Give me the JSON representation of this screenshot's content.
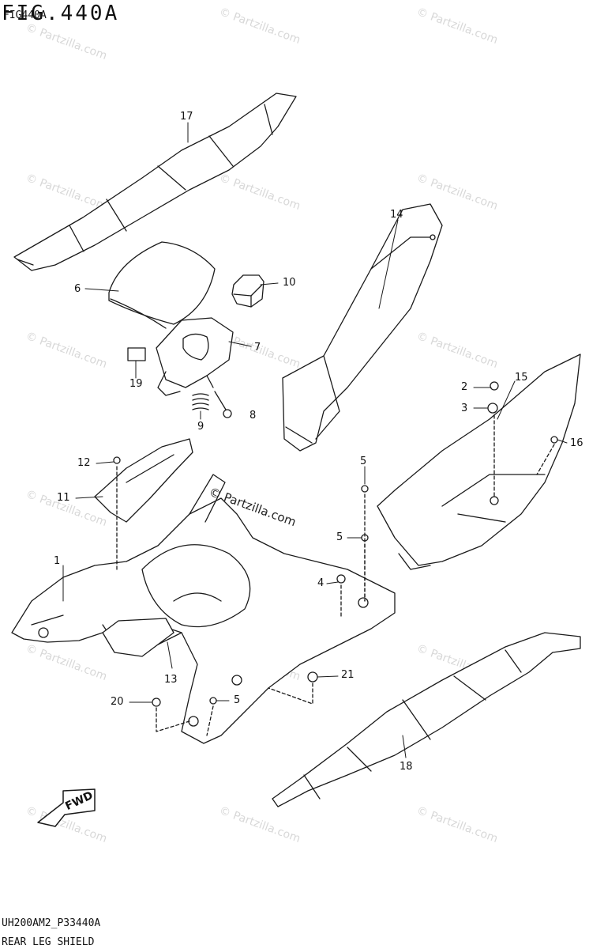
{
  "figure": {
    "title": "FIG.440A",
    "subtitle": "FIG440A",
    "code": "UH200AM2_P33440A",
    "name": "REAR LEG SHIELD"
  },
  "watermark": {
    "text": "© Partzilla.com",
    "main_text": "© Partzilla.com"
  },
  "fwd_label": "FWD",
  "callouts": [
    {
      "id": "17",
      "text": "17"
    },
    {
      "id": "14",
      "text": "14"
    },
    {
      "id": "6",
      "text": "6"
    },
    {
      "id": "10",
      "text": "10"
    },
    {
      "id": "7",
      "text": "7"
    },
    {
      "id": "19",
      "text": "19"
    },
    {
      "id": "8",
      "text": "8"
    },
    {
      "id": "9",
      "text": "9"
    },
    {
      "id": "15",
      "text": "15"
    },
    {
      "id": "2",
      "text": "2"
    },
    {
      "id": "3",
      "text": "3"
    },
    {
      "id": "16",
      "text": "16"
    },
    {
      "id": "12",
      "text": "12"
    },
    {
      "id": "11",
      "text": "11"
    },
    {
      "id": "5a",
      "text": "5"
    },
    {
      "id": "5b",
      "text": "5"
    },
    {
      "id": "1",
      "text": "1"
    },
    {
      "id": "4",
      "text": "4"
    },
    {
      "id": "21",
      "text": "21"
    },
    {
      "id": "13",
      "text": "13"
    },
    {
      "id": "20",
      "text": "20"
    },
    {
      "id": "5c",
      "text": "5"
    },
    {
      "id": "18",
      "text": "18"
    }
  ],
  "colors": {
    "line": "#1a1a1a",
    "watermark": "#d8d8d8"
  }
}
